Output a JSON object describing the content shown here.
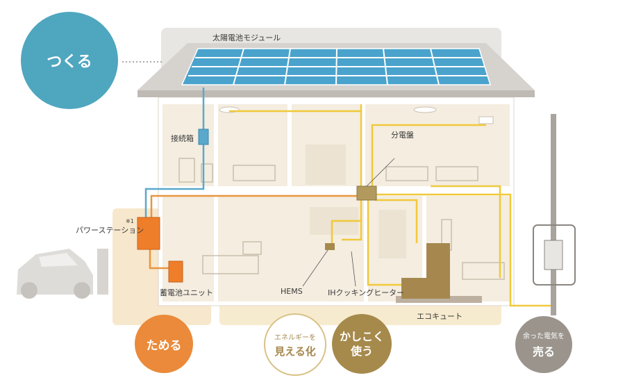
{
  "labels": {
    "solar_module": "太陽電池モジュール",
    "junction_box": "接続箱",
    "distribution_board": "分電盤",
    "power_station": "パワーステーション",
    "power_station_note": "※1",
    "battery_unit": "蓄電池ユニット",
    "hems": "HEMS",
    "ih_heater": "IHクッキングヒーター",
    "ecocute": "エコキュート"
  },
  "circles": {
    "tsukuru": "つくる",
    "tameru": "ためる",
    "mieru_small": "エネルギーを",
    "mieru_big": "見える化",
    "kashikoku_line1": "かしこく",
    "kashikoku_line2": "使う",
    "uru_small": "余った電気を",
    "uru_big": "売る"
  },
  "colors": {
    "blue_accent": "#4fa6bf",
    "orange_accent": "#ea8a3a",
    "gold_accent": "#a68a4c",
    "gray_accent": "#9a948c",
    "yellow_wire": "#f0c93a",
    "orange_wire": "#e8963f",
    "blue_wire": "#5aa8cc"
  }
}
